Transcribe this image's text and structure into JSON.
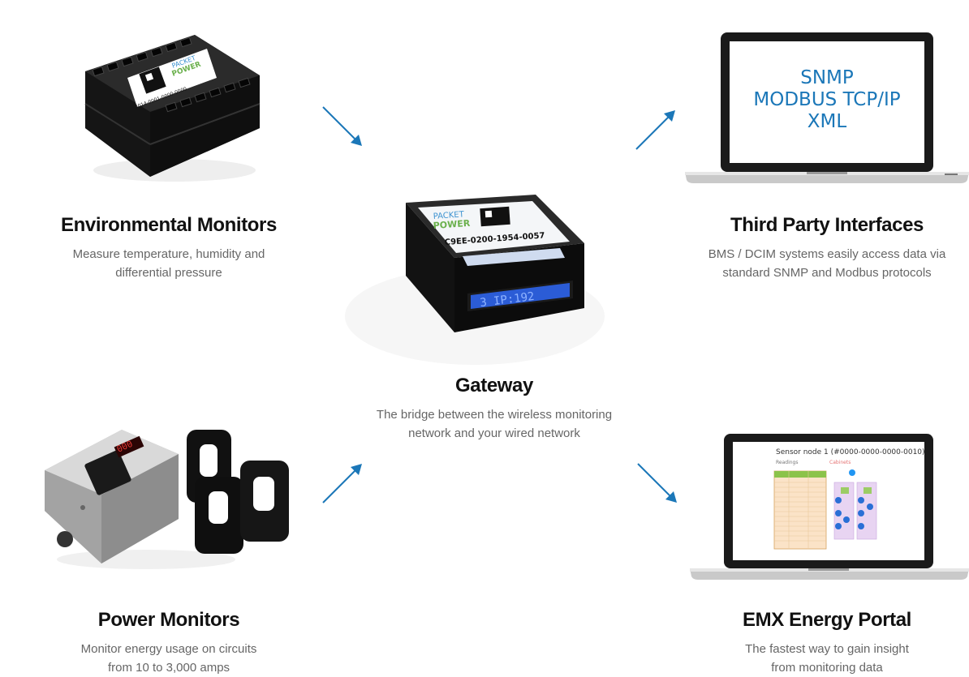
{
  "colors": {
    "arrow": "#1b77b8",
    "heading": "#111111",
    "body_text": "#666666",
    "lcd": "#2b5cd6"
  },
  "env": {
    "title": "Environmental Monitors",
    "desc1": "Measure temperature, humidity and",
    "desc2": "differential pressure",
    "label_brand1": "PACKET",
    "label_brand2": "POWER",
    "serial": "3014-0001-0000-0000"
  },
  "gateway": {
    "title": "Gateway",
    "desc1": "The bridge between the wireless monitoring",
    "desc2": "network and your wired network",
    "label_brand1": "PACKET",
    "label_brand2": "POWER",
    "device_id": "C9EE-0200-1954-0057",
    "lcd_text": "3 IP:192"
  },
  "third_party": {
    "title": "Third Party Interfaces",
    "desc1": "BMS / DCIM systems easily access data via",
    "desc2": "standard SNMP and Modbus protocols",
    "screen_lines": [
      "SNMP",
      "MODBUS TCP/IP",
      "XML"
    ]
  },
  "power": {
    "title": "Power Monitors",
    "desc1": "Monitor energy usage on circuits",
    "desc2": "from 10 to 3,000 amps",
    "display": "000"
  },
  "emx": {
    "title": "EMX Energy Portal",
    "desc1": "The fastest way to gain insight",
    "desc2": "from monitoring data",
    "portal_title": "Sensor node 1 (#0000-0000-0000-0010)",
    "tab_readings": "Readings",
    "tab_cabinets": "Cabinets"
  },
  "icons": [
    "arrow-down-right-icon",
    "arrow-up-right-icon"
  ]
}
